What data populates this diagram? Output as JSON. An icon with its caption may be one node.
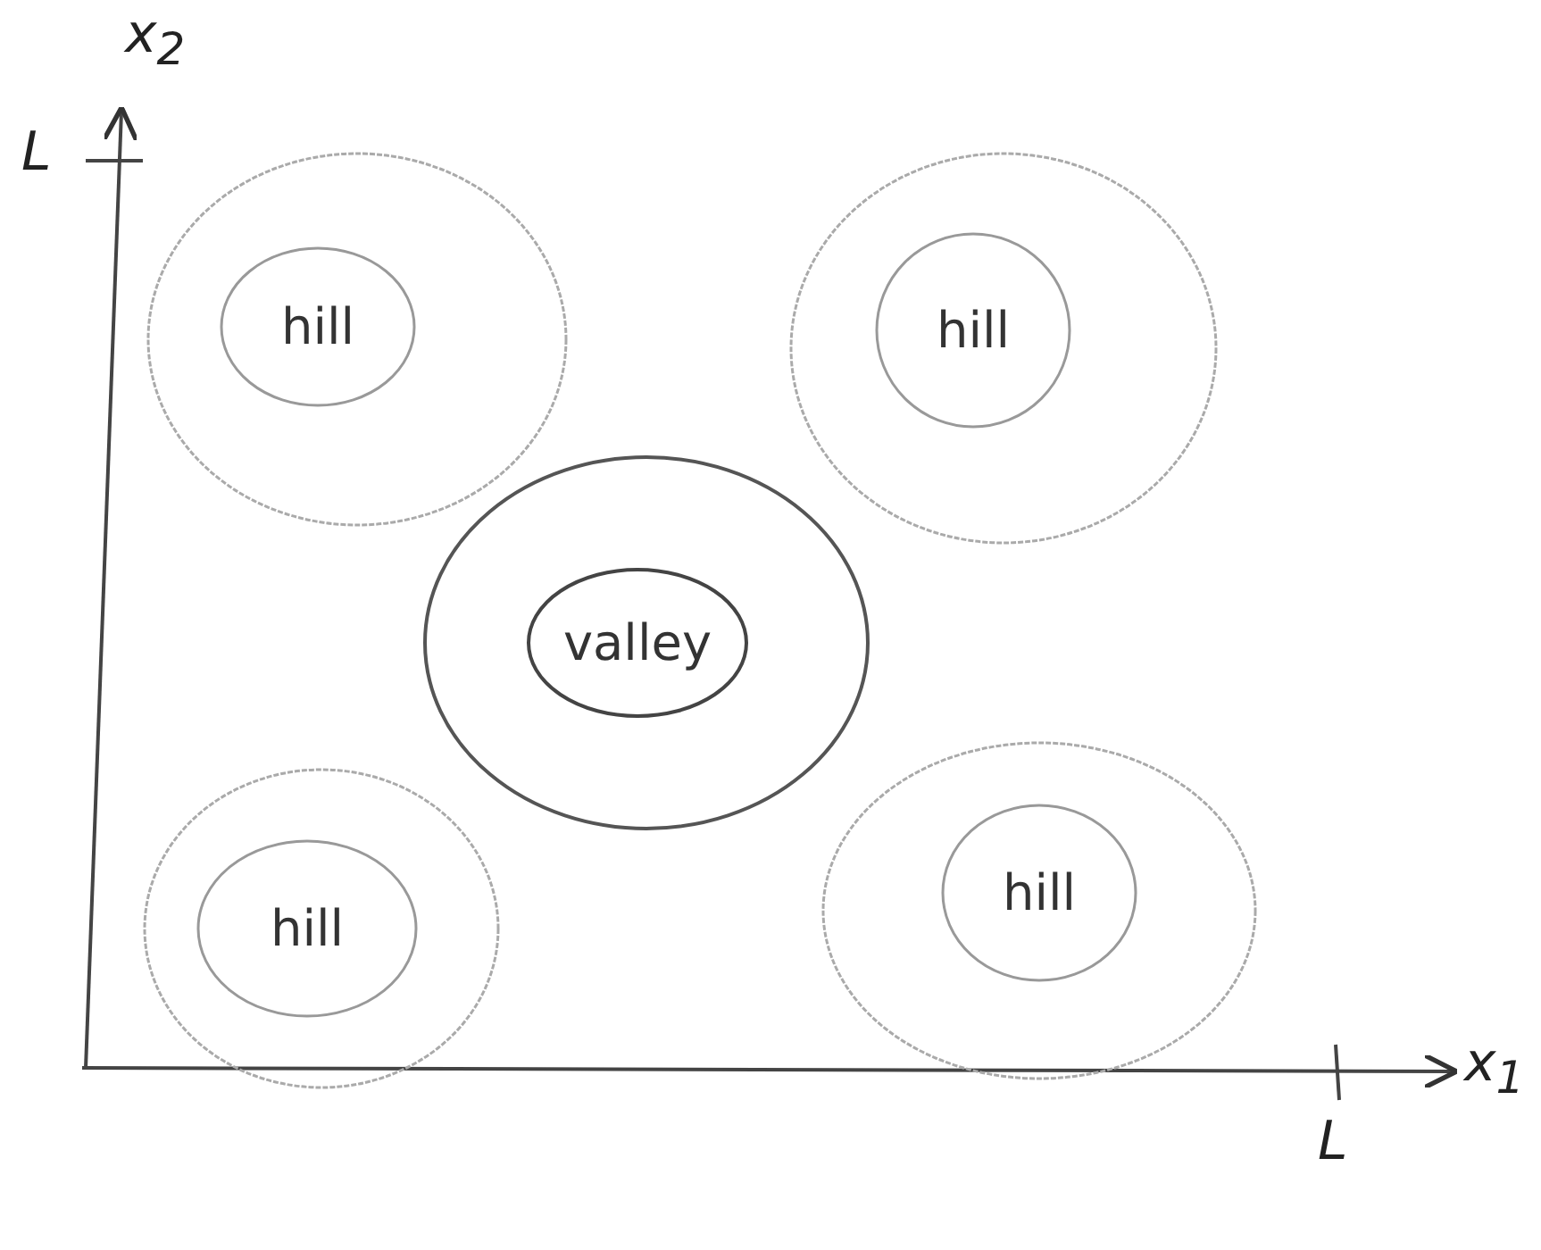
{
  "diagram": {
    "nodes": [
      {
        "text": [],
        "shape": "circle"
      },
      {
        "text": [
          "hill"
        ],
        "in": 0
      },
      {
        "text": [],
        "shape": "circle"
      },
      {
        "text": [
          "hill"
        ],
        "in": 2
      },
      {
        "text": [],
        "shape": "circle"
      },
      {
        "text": [
          "valley"
        ],
        "in": 4
      },
      {
        "text": [],
        "shape": "circle"
      },
      {
        "text": [
          "hill"
        ],
        "in": 6
      },
      {
        "text": [],
        "shape": "circle"
      },
      {
        "text": [
          "hill"
        ],
        "in": 8
      }
    ],
    "edges": [],
    "labels": [
      "x$_{2}$",
      "L",
      "x$_{1}$",
      "L"
    ]
  }
}
